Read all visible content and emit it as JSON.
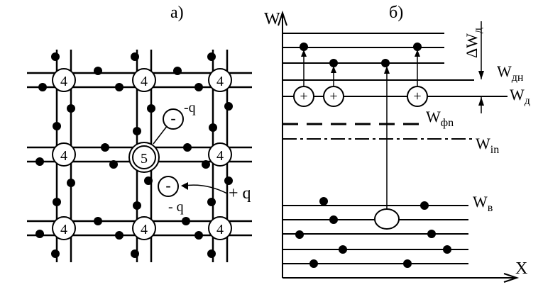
{
  "panel_a": {
    "label": "а)",
    "ion_charge_host": "4",
    "ion_charge_donor": "5",
    "electron_sign": "-",
    "electron_charge_top": "-q",
    "electron_charge_bottom": "- q",
    "hole_charge": "+ q"
  },
  "panel_b": {
    "label": "б)",
    "y_axis_label": "W",
    "x_axis_label": "X",
    "delta_wd": "ΔW",
    "delta_wd_sub": "д",
    "w_dn": "W",
    "w_dn_sub": "дн",
    "w_d": "W",
    "w_d_sub": "д",
    "w_fn": "W",
    "w_fn_sub": "фn",
    "w_in": "W",
    "w_in_sub": "in",
    "w_v": "W",
    "w_v_sub": "в",
    "donor_sign": "+"
  }
}
